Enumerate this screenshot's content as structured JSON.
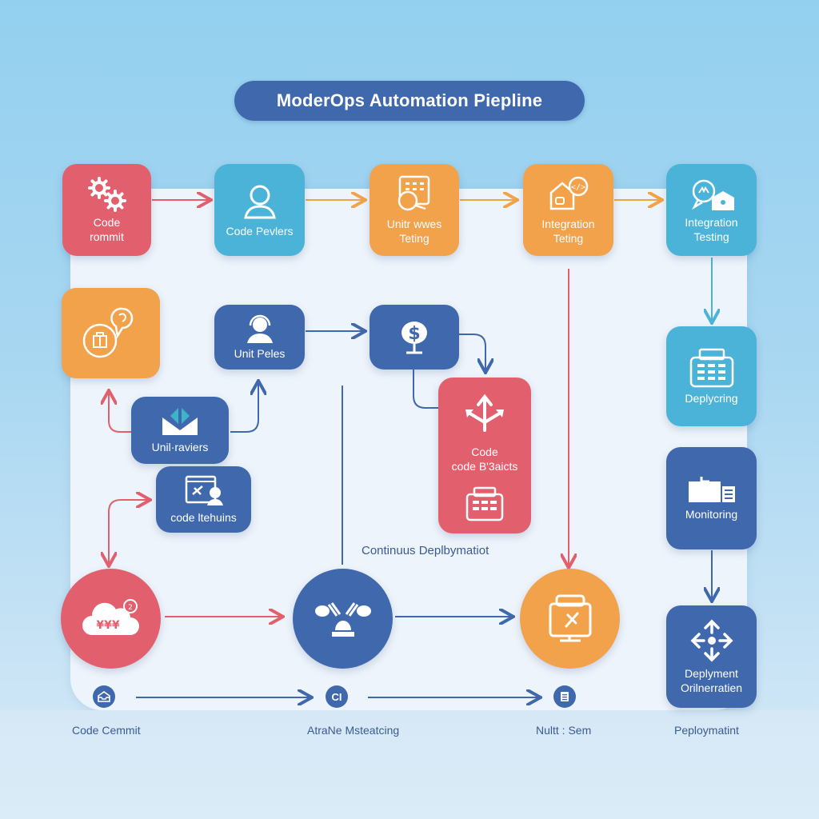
{
  "title": "ModerOps Automation Piepline",
  "colors": {
    "red": "#e2606e",
    "cyan": "#4cb3d8",
    "orange": "#f2a24a",
    "blue": "#3f68ad",
    "panel": "#eef4fb"
  },
  "top_row": [
    {
      "label": "Code\nrommit",
      "color": "red",
      "icon": "gears-icon"
    },
    {
      "label": "Code Pevlers",
      "color": "cyan",
      "icon": "person-icon"
    },
    {
      "label": "Unitr wwes\nTeting",
      "color": "orange",
      "icon": "calendar-review-icon"
    },
    {
      "label": "Integration\nTeting",
      "color": "orange",
      "icon": "house-code-icon"
    },
    {
      "label": "Integration\nTesting",
      "color": "cyan",
      "icon": "chat-building-icon"
    }
  ],
  "middle": {
    "orange_box": {
      "label": "",
      "color": "orange",
      "icon": "briefcase-pin-icon"
    },
    "unit_peles": {
      "label": "Unit Peles",
      "color": "blue",
      "icon": "headset-person-icon"
    },
    "unit_raviews": {
      "label": "Unil·raviers",
      "color": "blue",
      "icon": "envelope-code-icon"
    },
    "code_tehuins": {
      "label": "code ltehuins",
      "color": "blue",
      "icon": "browser-tools-icon"
    },
    "dollar_box": {
      "label": "",
      "color": "blue",
      "icon": "dollar-globe-icon"
    },
    "code_branches": {
      "label": "Code\ncode B'3aicts",
      "color": "red",
      "icons": [
        "branch-arrows-icon",
        "register-icon"
      ]
    },
    "continuous_caption": "Continuus Deplbymatiot"
  },
  "right_column": [
    {
      "label": "Deplycring",
      "color": "cyan",
      "icon": "register-icon"
    },
    {
      "label": "Monitoring",
      "color": "blue",
      "icon": "monitor-devices-icon"
    },
    {
      "label": "Deplyment\nOrilnerratien",
      "color": "blue",
      "icon": "move-arrows-icon"
    }
  ],
  "bottom_row": {
    "circles": [
      {
        "color": "red",
        "icon": "cloud-icon"
      },
      {
        "color": "blue",
        "icon": "lamp-icon"
      },
      {
        "color": "orange",
        "icon": "monitor-tools-icon"
      }
    ],
    "small_markers": [
      {
        "icon": "inbox-icon",
        "text": ""
      },
      {
        "icon": "",
        "text": "CI"
      },
      {
        "icon": "document-icon",
        "text": ""
      }
    ],
    "captions": [
      "Code Cemmit",
      "AtraNe Msteatcing",
      "Nultt : Sem",
      "Peploymatint"
    ]
  }
}
